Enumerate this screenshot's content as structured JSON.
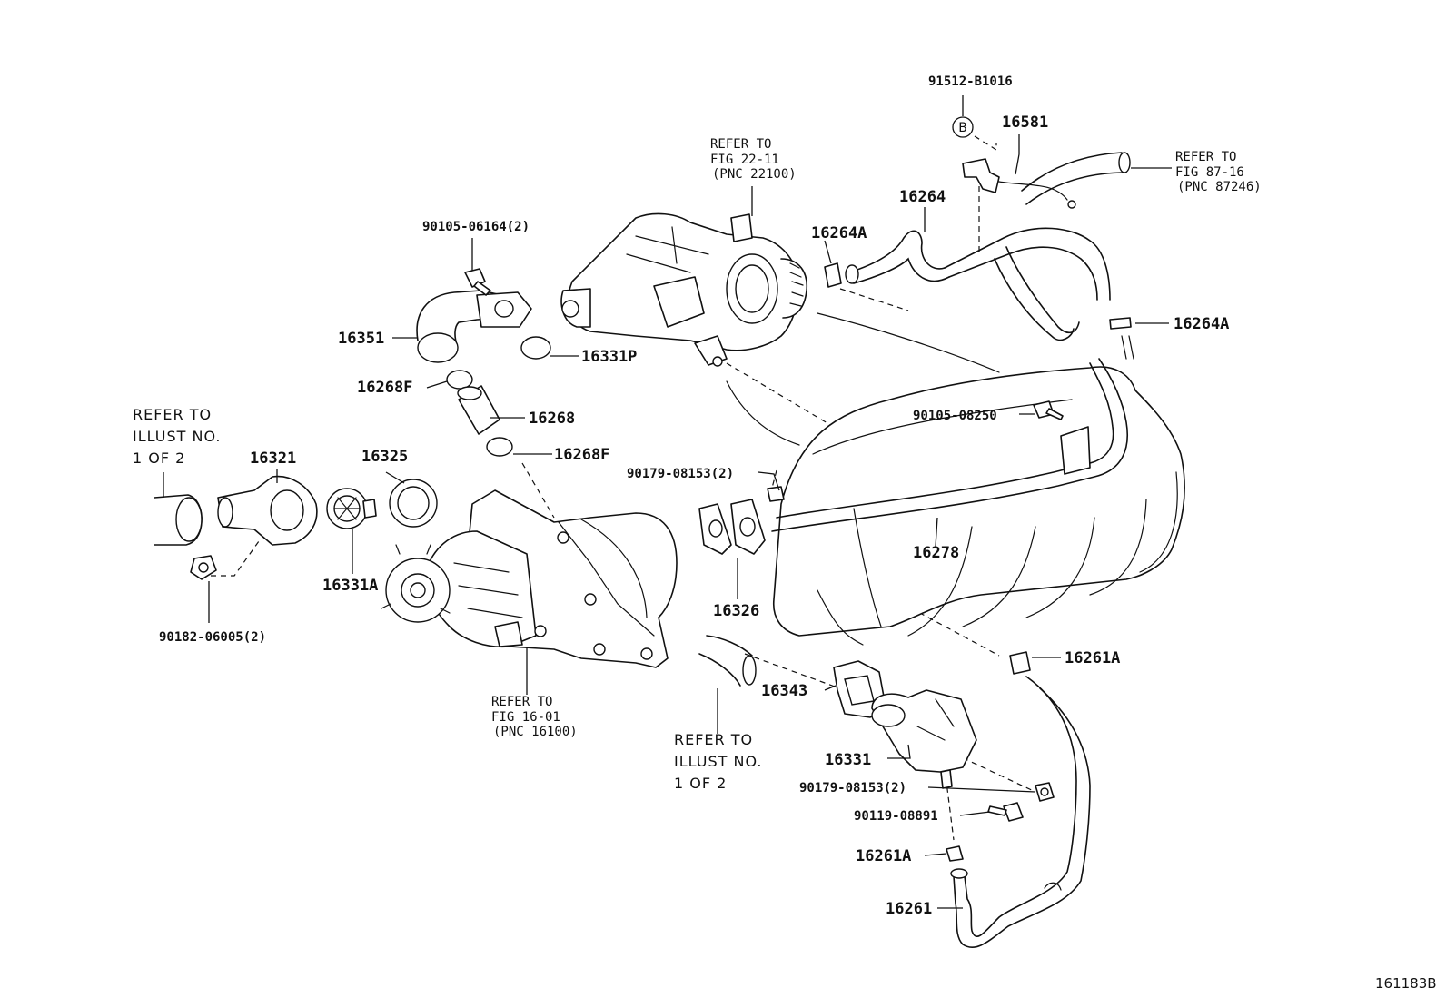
{
  "figure_id": "161183B",
  "callouts": {
    "p16351": "16351",
    "p16331P": "16331P",
    "p16268F_a": "16268F",
    "p16268": "16268",
    "p16268F_b": "16268F",
    "p16321": "16321",
    "p16325": "16325",
    "p16331A": "16331A",
    "p90182": "90182-06005(2)",
    "p90105_06164": "90105-06164(2)",
    "p16264A_a": "16264A",
    "p16264": "16264",
    "p16581": "16581",
    "p91512": "91512-B1016",
    "p16264A_b": "16264A",
    "p90105_08250": "90105-08250",
    "p90179_a": "90179-08153(2)",
    "p16278": "16278",
    "p16326": "16326",
    "p16261A_a": "16261A",
    "p16343": "16343",
    "p16331": "16331",
    "p90179_b": "90179-08153(2)",
    "p90119": "90119-08891",
    "p16261A_b": "16261A",
    "p16261": "16261"
  },
  "circle_marker": "B",
  "refers": {
    "illust_left": [
      "REFER TO",
      "ILLUST NO.",
      "1 OF 2"
    ],
    "illust_bottom": [
      "REFER TO",
      "ILLUST NO.",
      "1 OF 2"
    ],
    "fig_22_11": [
      "REFER TO",
      "FIG 22-11",
      "(PNC 22100)"
    ],
    "fig_87_16": [
      "REFER TO",
      "FIG 87-16",
      "(PNC 87246)"
    ],
    "fig_16_01": [
      "REFER TO",
      "FIG 16-01",
      "(PNC 16100)"
    ]
  }
}
